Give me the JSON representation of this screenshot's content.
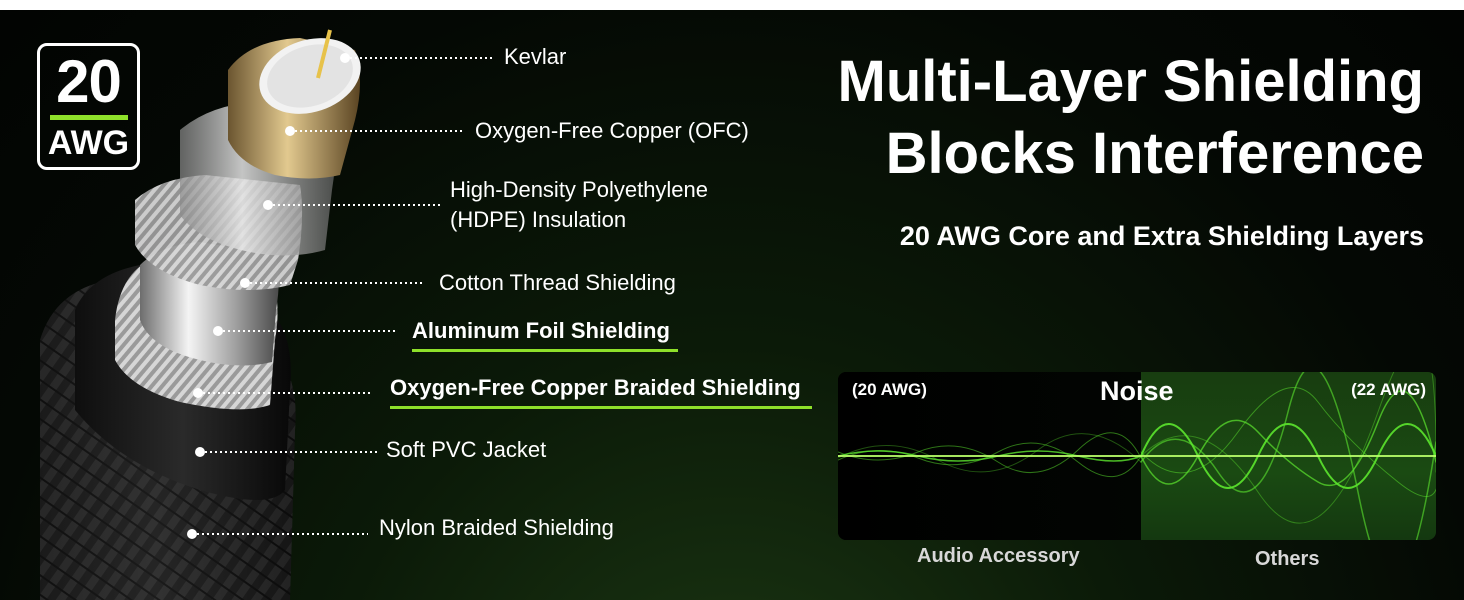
{
  "badge": {
    "number": "20",
    "unit": "AWG"
  },
  "title": {
    "line1": "Multi-Layer Shielding",
    "line2": "Blocks Interference"
  },
  "subtitle": "20 AWG Core and Extra Shielding Layers",
  "layers": [
    {
      "label": "Kevlar"
    },
    {
      "label": "Oxygen-Free Copper (OFC)"
    },
    {
      "label": "High-Density Polyethylene",
      "label2": "(HDPE) Insulation"
    },
    {
      "label": "Cotton Thread Shielding"
    },
    {
      "label": "Aluminum Foil Shielding"
    },
    {
      "label": "Oxygen-Free Copper Braided Shielding"
    },
    {
      "label": "Soft PVC Jacket"
    },
    {
      "label": "Nylon Braided Shielding"
    }
  ],
  "noise": {
    "title": "Noise",
    "left_tag": "(20 AWG)",
    "right_tag": "(22 AWG)",
    "left_caption": "Audio Accessory",
    "right_caption": "Others"
  },
  "colors": {
    "accent": "#8ee02a",
    "wave": "#6cf23a",
    "background": "#060c05"
  },
  "icons": [
    "cable-cross-section-illustration",
    "noise-wave-illustration"
  ]
}
